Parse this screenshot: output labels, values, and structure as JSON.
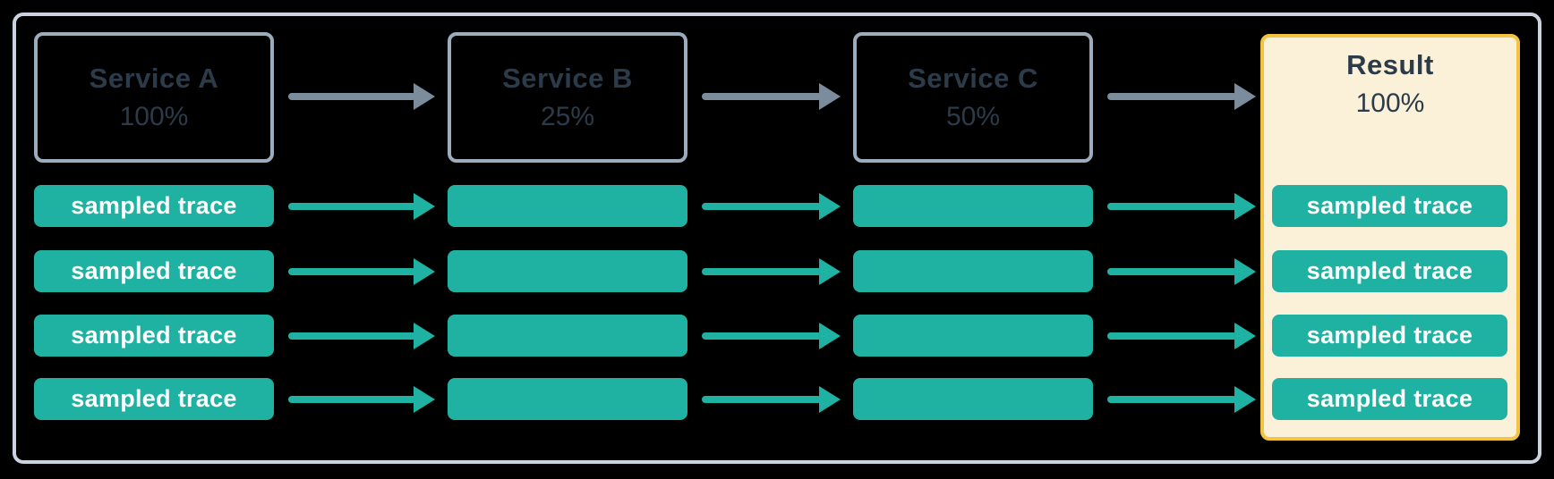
{
  "diagram": {
    "description": "Trace sampling pipeline diagram",
    "columns": [
      {
        "title": "Service A",
        "rate": "100%"
      },
      {
        "title": "Service B",
        "rate": "25%"
      },
      {
        "title": "Service C",
        "rate": "50%"
      },
      {
        "title": "Result",
        "rate": "100%"
      }
    ],
    "trace_label": "sampled trace",
    "trace_rows": 4,
    "colors": {
      "background": "#000000",
      "teal": "#1fb2a2",
      "arrow_gray": "#7b8c9d",
      "service_border": "#9cacbd",
      "frame_border": "#c9d4e0",
      "text_dark": "#2c3b4a",
      "trace_text": "#ffffff",
      "result_bg": "#faf1d8",
      "result_border": "#f3c441"
    }
  }
}
